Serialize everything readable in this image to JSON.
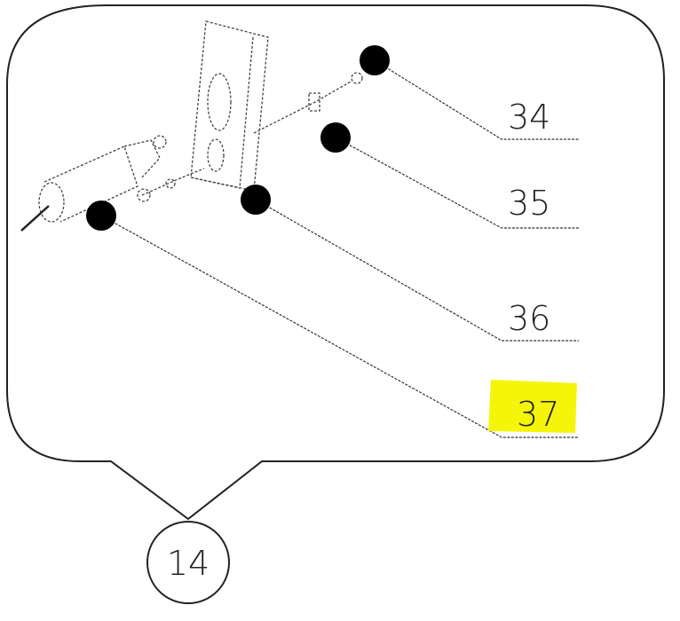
{
  "callout": {
    "reference_number": "14",
    "labels": [
      {
        "text": "34",
        "highlighted": false
      },
      {
        "text": "35",
        "highlighted": false
      },
      {
        "text": "36",
        "highlighted": false
      },
      {
        "text": "37",
        "highlighted": true
      }
    ],
    "highlight_color": "#f5f50a"
  }
}
